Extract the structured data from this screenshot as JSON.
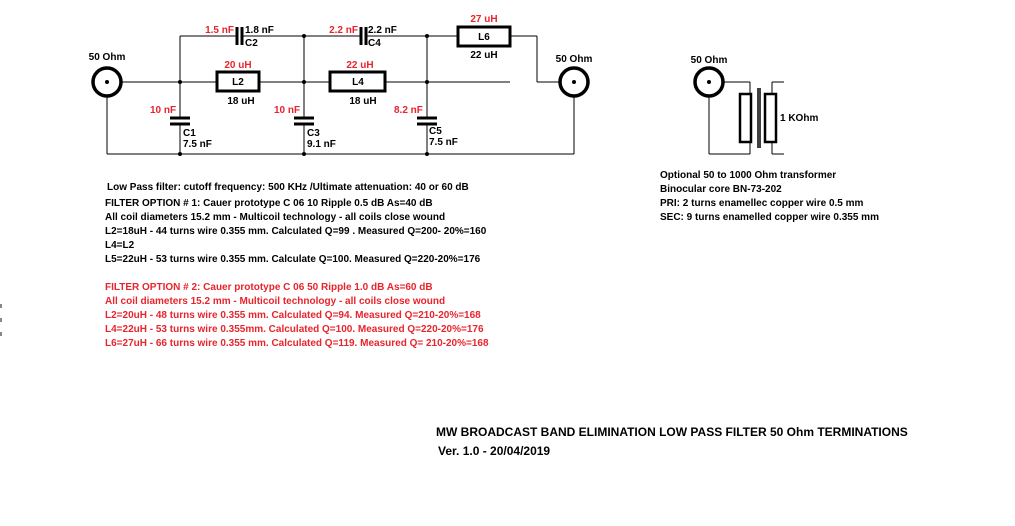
{
  "schematic": {
    "port_in": "50 Ohm",
    "port_out": "50 Ohm",
    "c2_opt2": "1.5 nF",
    "c2_opt1": "1.8 nF",
    "c2_name": "C2",
    "c4_opt2": "2.2 nF",
    "c4_opt1": "2.2 nF",
    "c4_name": "C4",
    "l6_opt2": "27 uH",
    "l6_name": "L6",
    "l6_opt1": "22 uH",
    "l2_opt2": "20 uH",
    "l2_name": "L2",
    "l2_opt1": "18 uH",
    "l4_opt2": "22 uH",
    "l4_name": "L4",
    "l4_opt1": "18 uH",
    "c1_opt2": "10 nF",
    "c1_name": "C1",
    "c1_opt1": "7.5 nF",
    "c3_opt2": "10 nF",
    "c3_name": "C3",
    "c3_opt1": "9.1 nF",
    "c5_opt2": "8.2 nF",
    "c5_name": "C5",
    "c5_opt1": "7.5 nF"
  },
  "transformer": {
    "port": "50 Ohm",
    "load": "1 KOhm"
  },
  "transformer_notes": [
    "Optional 50 to 1000 Ohm transformer",
    "Binocular core BN-73-202",
    "PRI: 2 turns enamellec copper wire 0.5 mm",
    "SEC: 9 turns enamelled copper wire 0.355 mm"
  ],
  "filter_notes": {
    "general": "Low Pass filter: cutoff frequency: 500 KHz /Ultimate attenuation: 40 or 60 dB",
    "option1": [
      "FILTER OPTION # 1: Cauer prototype C 06 10 Ripple 0.5 dB As=40 dB",
      "All coil diameters 15.2 mm - Multicoil technology - all coils close wound",
      "L2=18uH - 44 turns wire 0.355 mm. Calculated Q=99 . Measured Q=200- 20%=160",
      "L4=L2",
      "L5=22uH - 53 turns wire 0.355 mm. Calculate Q=100. Measured Q=220-20%=176"
    ],
    "option2": [
      "FILTER OPTION # 2: Cauer prototype C 06 50 Ripple 1.0 dB As=60 dB",
      "All coil diameters 15.2 mm - Multicoil technology - all coils close wound",
      "L2=20uH - 48 turns wire 0.355 mm. Calculated Q=94. Measured Q=210-20%=168",
      "L4=22uH - 53 turns wire 0.355mm. Calculated Q=100. Measured Q=220-20%=176",
      "L6=27uH - 66 turns wire 0.355 mm. Calculated Q=119. Measured Q= 210-20%=168"
    ]
  },
  "title": {
    "line1": "MW BROADCAST BAND ELIMINATION LOW PASS FILTER 50 Ohm TERMINATIONS",
    "line2": "Ver. 1.0 - 20/04/2019"
  },
  "colors": {
    "option2_red": "#e8242c",
    "wire": "#000000"
  }
}
